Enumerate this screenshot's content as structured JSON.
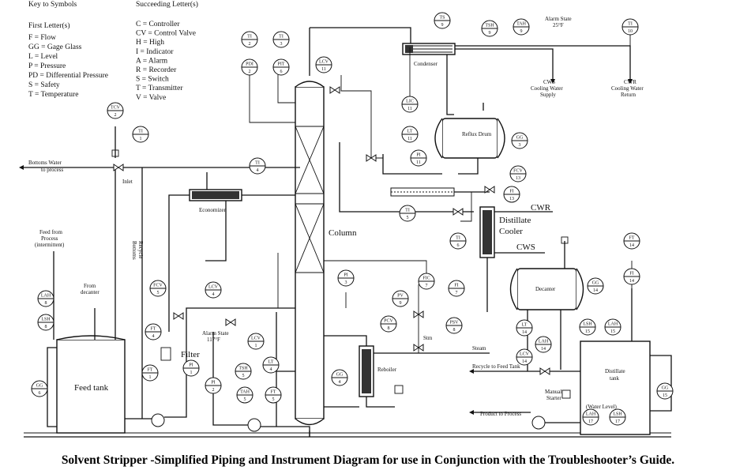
{
  "key": {
    "title_left": "Key to Symbols",
    "title_right": "Succeeding Letter(s)",
    "first_heading": "First Letter(s)",
    "first_letters": [
      "F = Flow",
      "GG = Gage Glass",
      "L = Level",
      "P = Pressure",
      "PD = Differential Pressure",
      "S = Safety",
      "T = Temperature"
    ],
    "succeeding_letters": [
      "C = Controller",
      "CV = Control Valve",
      "H = High",
      "I = Indicator",
      "A = Alarm",
      "R = Recorder",
      "S = Switch",
      "T = Transmitter",
      "V = Valve"
    ]
  },
  "labels": {
    "condenser": "Condenser",
    "reflux_drum": "Reflux Drum",
    "column": "Column",
    "economizer": "Economizer",
    "distillate_cooler_1": "Distillate",
    "distillate_cooler_2": "Cooler",
    "cwr": "CWR",
    "cws": "CWS",
    "decanter": "Decanter",
    "reboiler": "Reboiler",
    "filter": "Filter",
    "feed_tank": "Feed tank",
    "distillate_tank_1": "Distillate",
    "distillate_tank_2": "tank",
    "cws_supply_1": "CWS",
    "cws_supply_2": "Cooling Water",
    "cws_supply_3": "Supply",
    "cwr_return_1": "CWR",
    "cwr_return_2": "Cooling Water",
    "cwr_return_3": "Return",
    "alarm_top_1": "Alarm State",
    "alarm_top_2": "25°F",
    "bottoms_water_1": "Bottoms Water",
    "bottoms_water_2": "to process",
    "inlet": "Inlet",
    "recycle_1": "Recycle",
    "recycle_2": "Bottoms",
    "feed_process_1": "Feed from",
    "feed_process_2": "Process",
    "feed_process_3": "(intermittent)",
    "from_decanter_1": "From",
    "from_decanter_2": "decanter",
    "alarm_mid_1": "Alarm State",
    "alarm_mid_2": "117°F",
    "steam": "Steam",
    "stm": "Stm",
    "recycle_feed": "Recycle to Feed Tank",
    "product_process": "Product to Process",
    "manual_starter_1": "Manual",
    "manual_starter_2": "Starter",
    "water_level": "(Water Level)"
  },
  "instruments": [
    {
      "l1": "TS",
      "l2": "9"
    },
    {
      "l1": "TSH",
      "l2": "9"
    },
    {
      "l1": "TAH",
      "l2": "9"
    },
    {
      "l1": "TI",
      "l2": "10"
    },
    {
      "l1": "TI",
      "l2": "2"
    },
    {
      "l1": "TI",
      "l2": "3"
    },
    {
      "l1": "PDI",
      "l2": "2"
    },
    {
      "l1": "PIT",
      "l2": "6"
    },
    {
      "l1": "LCV",
      "l2": "11"
    },
    {
      "l1": "LIC",
      "l2": "11"
    },
    {
      "l1": "LT",
      "l2": "11"
    },
    {
      "l1": "PI",
      "l2": "11"
    },
    {
      "l1": "GG",
      "l2": "3"
    },
    {
      "l1": "TCV",
      "l2": "2"
    },
    {
      "l1": "TI",
      "l2": "1"
    },
    {
      "l1": "FCV",
      "l2": "13"
    },
    {
      "l1": "FI",
      "l2": "13"
    },
    {
      "l1": "TI",
      "l2": "4"
    },
    {
      "l1": "TI",
      "l2": "5"
    },
    {
      "l1": "TI",
      "l2": "6"
    },
    {
      "l1": "FT",
      "l2": "14"
    },
    {
      "l1": "FI",
      "l2": "14"
    },
    {
      "l1": "PI",
      "l2": "3"
    },
    {
      "l1": "FIC",
      "l2": "7"
    },
    {
      "l1": "FI",
      "l2": "7"
    },
    {
      "l1": "PV",
      "l2": "9"
    },
    {
      "l1": "PCV",
      "l2": "8"
    },
    {
      "l1": "PSV",
      "l2": "8"
    },
    {
      "l1": "GG",
      "l2": "14"
    },
    {
      "l1": "LT",
      "l2": "14"
    },
    {
      "l1": "LCV",
      "l2": "14"
    },
    {
      "l1": "LAH",
      "l2": "14"
    },
    {
      "l1": "LSH",
      "l2": "15"
    },
    {
      "l1": "LAH",
      "l2": "15"
    },
    {
      "l1": "LAH",
      "l2": "8"
    },
    {
      "l1": "LSH",
      "l2": "8"
    },
    {
      "l1": "GG",
      "l2": "6"
    },
    {
      "l1": "FCV",
      "l2": "5"
    },
    {
      "l1": "FT",
      "l2": "1"
    },
    {
      "l1": "PI",
      "l2": "1"
    },
    {
      "l1": "PI",
      "l2": "2"
    },
    {
      "l1": "LCV",
      "l2": "4"
    },
    {
      "l1": "TSH",
      "l2": "5"
    },
    {
      "l1": "TAH",
      "l2": "5"
    },
    {
      "l1": "FT",
      "l2": "5"
    },
    {
      "l1": "LT",
      "l2": "4"
    },
    {
      "l1": "LCV",
      "l2": "1"
    },
    {
      "l1": "GG",
      "l2": "4"
    },
    {
      "l1": "GG",
      "l2": "15"
    },
    {
      "l1": "LAH",
      "l2": "17"
    },
    {
      "l1": "LSH",
      "l2": "17"
    },
    {
      "l1": "FT",
      "l2": "4"
    }
  ],
  "caption": "Solvent Stripper -Simplified Piping and Instrument Diagram for use in Conjunction with the Troubleshooter’s Guide."
}
